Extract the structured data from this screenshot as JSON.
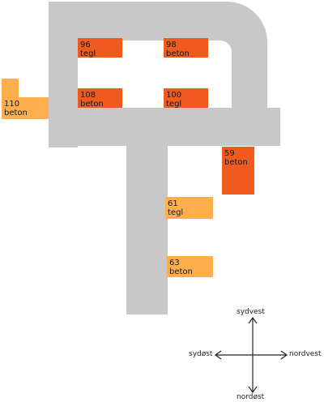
{
  "colors": {
    "road": "#c8c8c8",
    "dark_building": "#f05a1e",
    "light_building": "#ffae4d",
    "background": "#ffffff",
    "compass": "#222222"
  },
  "buildings": [
    {
      "number": "96",
      "material": "tegl",
      "shade": "dark"
    },
    {
      "number": "98",
      "material": "beton",
      "shade": "dark"
    },
    {
      "number": "108",
      "material": "beton",
      "shade": "dark"
    },
    {
      "number": "100",
      "material": "tegl",
      "shade": "dark"
    },
    {
      "number": "110",
      "material": "beton",
      "shade": "light"
    },
    {
      "number": "59",
      "material": "beton",
      "shade": "dark"
    },
    {
      "number": "61",
      "material": "tegl",
      "shade": "light"
    },
    {
      "number": "63",
      "material": "beton",
      "shade": "light"
    }
  ],
  "compass": {
    "top": "sydvest",
    "left": "sydøst",
    "right": "nordvest",
    "bottom": "nordøst"
  }
}
